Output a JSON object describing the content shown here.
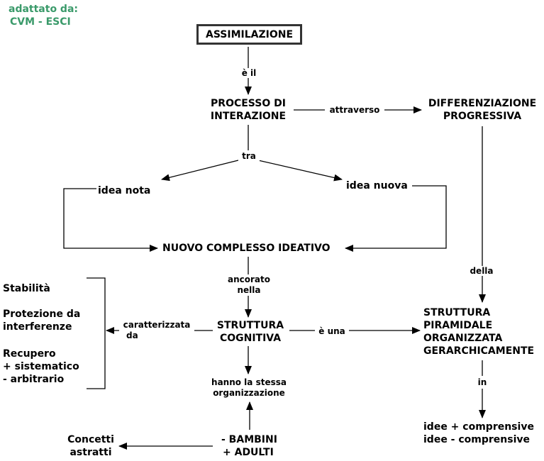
{
  "credit": {
    "line1": "adattato da:",
    "line2": "CVM - ESCI",
    "color": "#3a9a6a"
  },
  "nodes": {
    "assimilazione": "ASSIMILAZIONE",
    "processo_line1": "PROCESSO DI",
    "processo_line2": "INTERAZIONE",
    "differenziazione_line1": "DIFFERENZIAZIONE",
    "differenziazione_line2": "PROGRESSIVA",
    "idea_nota": "idea nota",
    "idea_nuova": "idea nuova",
    "nuovo_complesso": "NUOVO COMPLESSO IDEATIVO",
    "struttura_cognitiva_line1": "STRUTTURA",
    "struttura_cognitiva_line2": "COGNITIVA",
    "struttura_piramidale": [
      "STRUTTURA",
      "PIRAMIDALE",
      "ORGANIZZATA",
      "GERARCHICAMENTE"
    ],
    "stabilita": "Stabilità",
    "protezione_line1": "Protezione da",
    "protezione_line2": "interferenze",
    "recupero": [
      "Recupero",
      "+ sistematico",
      "- arbitrario"
    ],
    "stessa_org_line1": "hanno la stessa",
    "stessa_org_line2": "organizzazione",
    "bambini": "- BAMBINI",
    "adulti": "+ ADULTI",
    "concetti_line1": "Concetti",
    "concetti_line2": "astratti",
    "idee_piu": "idee + comprensive",
    "idee_meno": "idee - comprensive"
  },
  "links": {
    "e_il": "è il",
    "attraverso": "attraverso",
    "tra": "tra",
    "della": "della",
    "ancorato_line1": "ancorato",
    "ancorato_line2": "nella",
    "caratterizzata_line1": "caratterizzata",
    "caratterizzata_line2": "da",
    "e_una": "è una",
    "in": "in"
  }
}
